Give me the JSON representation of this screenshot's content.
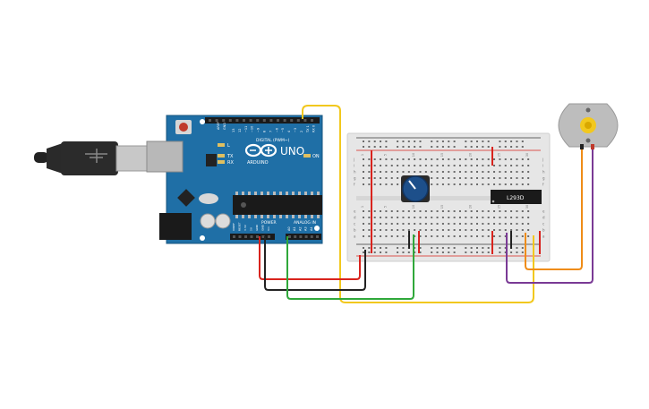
{
  "arduino": {
    "brand": "ARDUINO",
    "model": "UNO",
    "on_label": "ON",
    "tx_label": "TX",
    "rx_label": "RX",
    "l_label": "L",
    "aref_label": "AREF",
    "gnd_label": "GND",
    "digital_label": "DIGITAL (PWM~)",
    "power_label": "POWER",
    "analog_label": "ANALOG IN",
    "digital_pins": [
      "13",
      "12",
      "~11",
      "~10",
      "~9",
      "8",
      "7",
      "~6",
      "~5",
      "4",
      "~3",
      "2",
      "TX 1",
      "RX 0"
    ],
    "power_pins": [
      "IOREF",
      "RESET",
      "3.3V",
      "5V",
      "GND",
      "GND",
      "Vin"
    ],
    "analog_pins": [
      "A0",
      "A1",
      "A2",
      "A3",
      "A4",
      "A5"
    ]
  },
  "breadboard": {
    "column_numbers": [
      "1",
      "5",
      "10",
      "15",
      "20",
      "25",
      "30"
    ],
    "row_letters_top": [
      "j",
      "i",
      "h",
      "g",
      "f"
    ],
    "row_letters_bottom": [
      "e",
      "d",
      "c",
      "b",
      "a"
    ]
  },
  "ic": {
    "label": "L293D"
  },
  "wire_colors": {
    "red": "#d9231d",
    "black": "#222222",
    "green": "#2fa83a",
    "yellow": "#f2c81e",
    "orange": "#ef8c17",
    "purple": "#7a3a95",
    "arduino_blue": "#1f6fa6",
    "breadboard": "#e6e6e6"
  }
}
